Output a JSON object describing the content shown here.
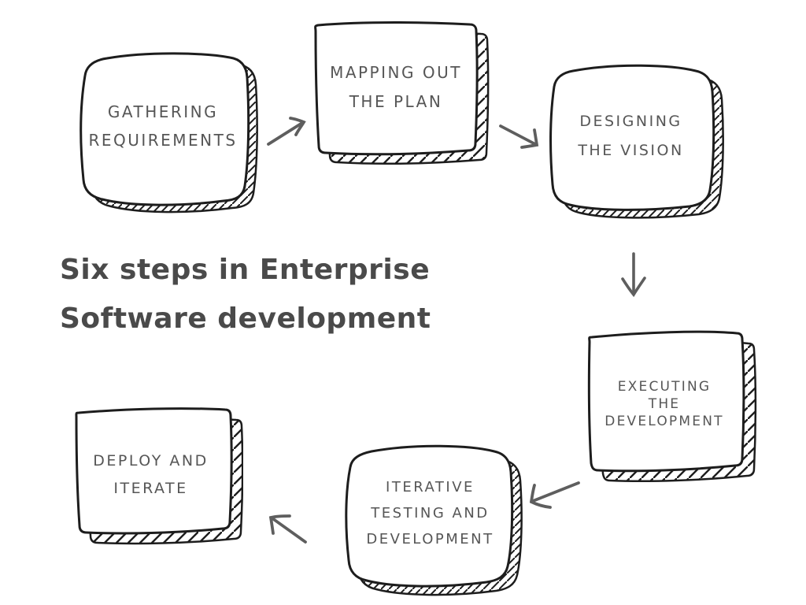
{
  "title": {
    "text": "Six steps in Enterprise\nSoftware development",
    "color": "#4a4a4a"
  },
  "diagram": {
    "type": "flowchart",
    "style": "hand-drawn sketch, white boxes with black ink borders and hatched 3D shadow edges",
    "box_border_color": "#1d1d1d",
    "box_fill_color": "#ffffff",
    "label_color": "#565656",
    "arrow_color": "#5e5e5e",
    "steps": [
      {
        "order": 1,
        "label": "GATHERING\nREQUIREMENTS"
      },
      {
        "order": 2,
        "label": "MAPPING OUT\nTHE PLAN"
      },
      {
        "order": 3,
        "label": "DESIGNING\nTHE VISION"
      },
      {
        "order": 4,
        "label": "EXECUTING\nTHE\nDEVELOPMENT"
      },
      {
        "order": 5,
        "label": "ITERATIVE\nTESTING AND\nDEVELOPMENT"
      },
      {
        "order": 6,
        "label": "DEPLOY AND\nITERATE"
      }
    ],
    "connections": [
      {
        "from": "GATHERING REQUIREMENTS",
        "to": "MAPPING OUT THE PLAN",
        "direction": "up-right"
      },
      {
        "from": "MAPPING OUT THE PLAN",
        "to": "DESIGNING THE VISION",
        "direction": "down-right"
      },
      {
        "from": "DESIGNING THE VISION",
        "to": "EXECUTING THE DEVELOPMENT",
        "direction": "down"
      },
      {
        "from": "EXECUTING THE DEVELOPMENT",
        "to": "ITERATIVE TESTING AND DEVELOPMENT",
        "direction": "down-left"
      },
      {
        "from": "ITERATIVE TESTING AND DEVELOPMENT",
        "to": "DEPLOY AND ITERATE",
        "direction": "up-left"
      }
    ]
  }
}
